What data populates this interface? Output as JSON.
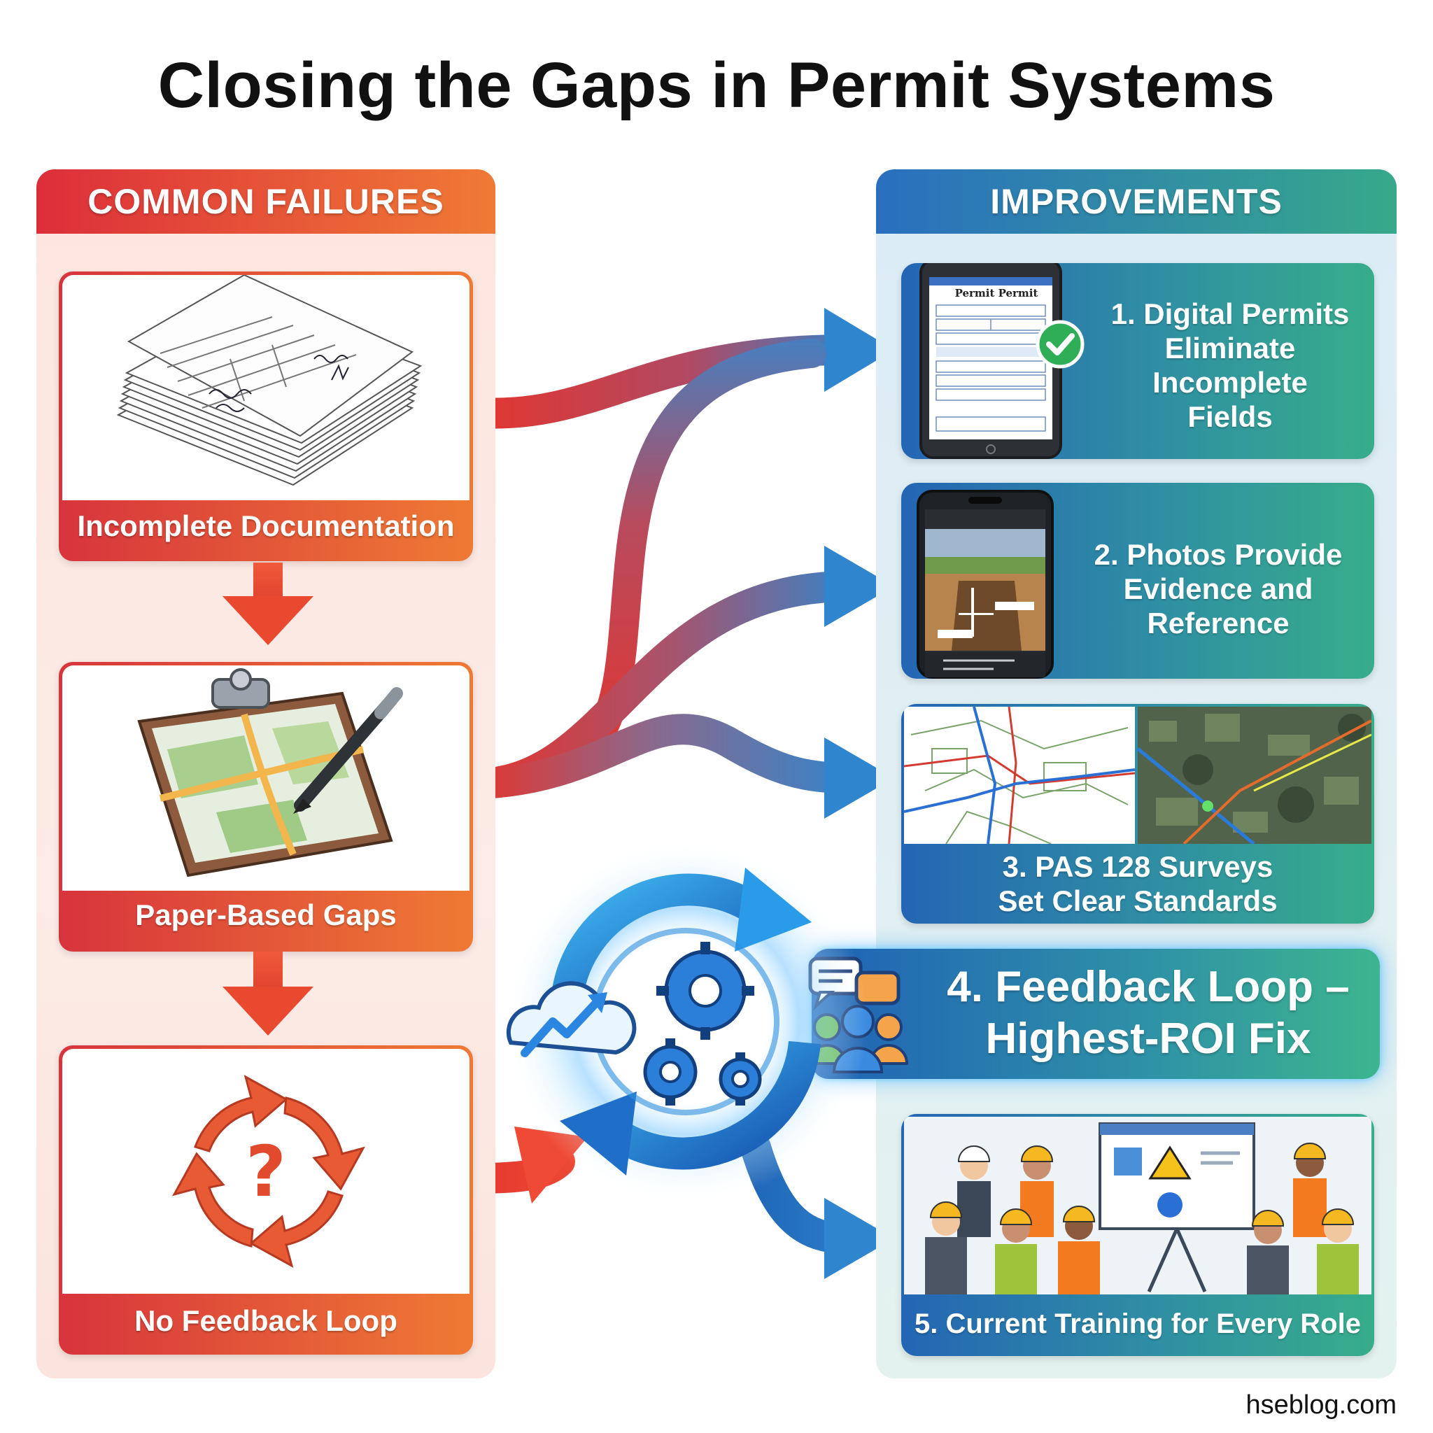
{
  "title": "Closing the Gaps in Permit Systems",
  "left_panel": {
    "heading": "COMMON FAILURES",
    "items": [
      {
        "label": "Incomplete Documentation",
        "icon": "paper-stack-icon"
      },
      {
        "label": "Paper-Based Gaps",
        "icon": "clipboard-map-icon"
      },
      {
        "label": "No Feedback Loop",
        "icon": "broken-cycle-question-icon"
      }
    ]
  },
  "right_panel": {
    "heading": "IMPROVEMENTS",
    "items": [
      {
        "lines": [
          "1. Digital Permits",
          "Eliminate",
          "Incomplete",
          "Fields"
        ],
        "icon": "tablet-form-icon"
      },
      {
        "lines": [
          "2. Photos Provide",
          "Evidence and",
          "Reference"
        ],
        "icon": "phone-photo-icon"
      },
      {
        "lines": [
          "3. PAS 128 Surveys",
          "Set Clear Standards"
        ],
        "icon": "utility-map-icon"
      },
      {
        "lines": [
          "4. Feedback Loop –",
          "Highest-ROI Fix"
        ],
        "icon": "team-chat-icon"
      },
      {
        "lines": [
          "5. Current Training for Every Role"
        ],
        "icon": "training-session-icon"
      }
    ]
  },
  "tablet_form": {
    "title": "Permit Permit"
  },
  "watermark": "hseblog.com",
  "colors": {
    "failure_red": "#dc2e3a",
    "failure_orange": "#f07a35",
    "improve_blue": "#2a6fbf",
    "improve_green": "#37a98a"
  }
}
